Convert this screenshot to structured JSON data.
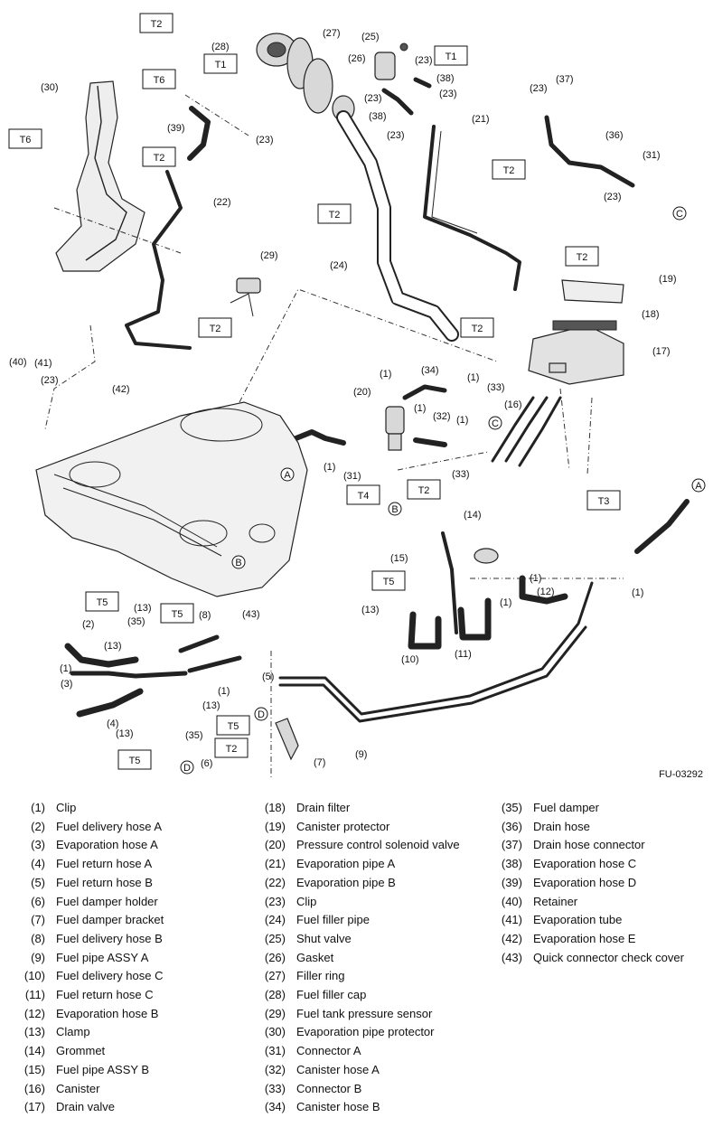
{
  "figure_id": "FU-03292",
  "tightening_tags": [
    "T1",
    "T2",
    "T3",
    "T4",
    "T5",
    "T6"
  ],
  "callout_numbers": [
    "(1)",
    "(2)",
    "(3)",
    "(4)",
    "(5)",
    "(6)",
    "(7)",
    "(8)",
    "(9)",
    "(10)",
    "(11)",
    "(12)",
    "(13)",
    "(14)",
    "(15)",
    "(16)",
    "(17)",
    "(18)",
    "(19)",
    "(20)",
    "(21)",
    "(22)",
    "(23)",
    "(24)",
    "(25)",
    "(26)",
    "(27)",
    "(28)",
    "(29)",
    "(30)",
    "(31)",
    "(32)",
    "(33)",
    "(34)",
    "(35)",
    "(36)",
    "(37)",
    "(38)",
    "(39)",
    "(40)",
    "(41)",
    "(42)",
    "(43)"
  ],
  "connector_letters": [
    "A",
    "B",
    "C",
    "D"
  ],
  "legend": [
    {
      "num": "(1)",
      "name": "Clip"
    },
    {
      "num": "(2)",
      "name": "Fuel delivery hose A"
    },
    {
      "num": "(3)",
      "name": "Evaporation hose A"
    },
    {
      "num": "(4)",
      "name": "Fuel return hose A"
    },
    {
      "num": "(5)",
      "name": "Fuel return hose B"
    },
    {
      "num": "(6)",
      "name": "Fuel damper holder"
    },
    {
      "num": "(7)",
      "name": "Fuel damper bracket"
    },
    {
      "num": "(8)",
      "name": "Fuel delivery hose B"
    },
    {
      "num": "(9)",
      "name": "Fuel pipe ASSY A"
    },
    {
      "num": "(10)",
      "name": "Fuel delivery hose C"
    },
    {
      "num": "(11)",
      "name": "Fuel return hose C"
    },
    {
      "num": "(12)",
      "name": "Evaporation hose B"
    },
    {
      "num": "(13)",
      "name": "Clamp"
    },
    {
      "num": "(14)",
      "name": "Grommet"
    },
    {
      "num": "(15)",
      "name": "Fuel pipe ASSY B"
    },
    {
      "num": "(16)",
      "name": "Canister"
    },
    {
      "num": "(17)",
      "name": "Drain valve"
    },
    {
      "num": "(18)",
      "name": "Drain filter"
    },
    {
      "num": "(19)",
      "name": "Canister protector"
    },
    {
      "num": "(20)",
      "name": "Pressure control solenoid valve"
    },
    {
      "num": "(21)",
      "name": "Evaporation pipe A"
    },
    {
      "num": "(22)",
      "name": "Evaporation pipe B"
    },
    {
      "num": "(23)",
      "name": "Clip"
    },
    {
      "num": "(24)",
      "name": "Fuel filler pipe"
    },
    {
      "num": "(25)",
      "name": "Shut valve"
    },
    {
      "num": "(26)",
      "name": "Gasket"
    },
    {
      "num": "(27)",
      "name": "Filler ring"
    },
    {
      "num": "(28)",
      "name": "Fuel filler cap"
    },
    {
      "num": "(29)",
      "name": "Fuel tank pressure sensor"
    },
    {
      "num": "(30)",
      "name": "Evaporation pipe protector"
    },
    {
      "num": "(31)",
      "name": "Connector A"
    },
    {
      "num": "(32)",
      "name": "Canister hose A"
    },
    {
      "num": "(33)",
      "name": "Connector B"
    },
    {
      "num": "(34)",
      "name": "Canister hose B"
    },
    {
      "num": "(35)",
      "name": "Fuel damper"
    },
    {
      "num": "(36)",
      "name": "Drain hose"
    },
    {
      "num": "(37)",
      "name": "Drain hose connector"
    },
    {
      "num": "(38)",
      "name": "Evaporation hose C"
    },
    {
      "num": "(39)",
      "name": "Evaporation hose D"
    },
    {
      "num": "(40)",
      "name": "Retainer"
    },
    {
      "num": "(41)",
      "name": "Evaporation tube"
    },
    {
      "num": "(42)",
      "name": "Evaporation hose E"
    },
    {
      "num": "(43)",
      "name": "Quick connector check cover"
    }
  ]
}
